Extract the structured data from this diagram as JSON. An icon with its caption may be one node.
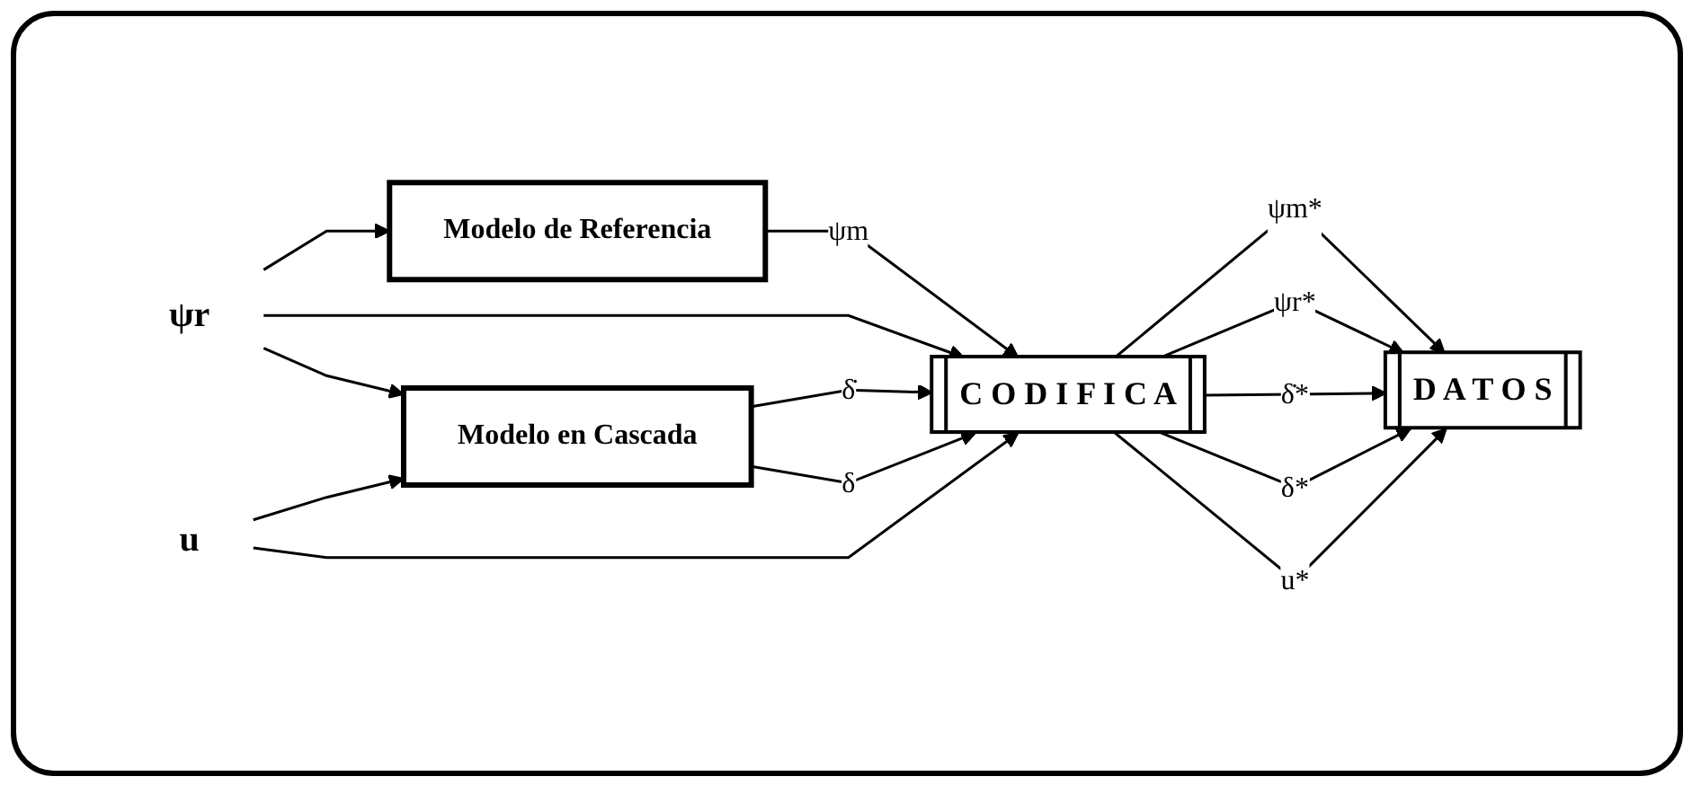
{
  "diagram": {
    "nodes": [
      {
        "text": [
          "ψr"
        ]
      },
      {
        "text": [
          "u"
        ]
      },
      {
        "text": [
          "Modelo de Referencia"
        ]
      },
      {
        "text": [
          "Modelo en Cascada"
        ]
      },
      {
        "text": [
          "C O D I F I C A"
        ]
      },
      {
        "text": [
          "D A T O S"
        ]
      }
    ],
    "edges": [
      {
        "from": 0,
        "to": 2,
        "arrow": "to"
      },
      {
        "from": 0,
        "to": 4,
        "arrow": "to"
      },
      {
        "from": 0,
        "to": 3,
        "arrow": "to"
      },
      {
        "from": 1,
        "to": 3,
        "arrow": "to"
      },
      {
        "from": 1,
        "to": 4,
        "arrow": "to"
      },
      {
        "from": 2,
        "to": 4,
        "label": "ψm",
        "arrow": "to"
      },
      {
        "from": 3,
        "to": 4,
        "label": "δ̇",
        "arrow": "to"
      },
      {
        "from": 3,
        "to": 4,
        "label": "δ",
        "arrow": "to"
      },
      {
        "from": 4,
        "to": 5,
        "label": "ψm*",
        "arrow": "to"
      },
      {
        "from": 4,
        "to": 5,
        "label": "ψr*",
        "arrow": "to"
      },
      {
        "from": 4,
        "to": 5,
        "label": "δ̇*",
        "arrow": "to"
      },
      {
        "from": 4,
        "to": 5,
        "label": "δ*",
        "arrow": "to"
      },
      {
        "from": 4,
        "to": 5,
        "label": "u*",
        "arrow": "to"
      }
    ]
  }
}
